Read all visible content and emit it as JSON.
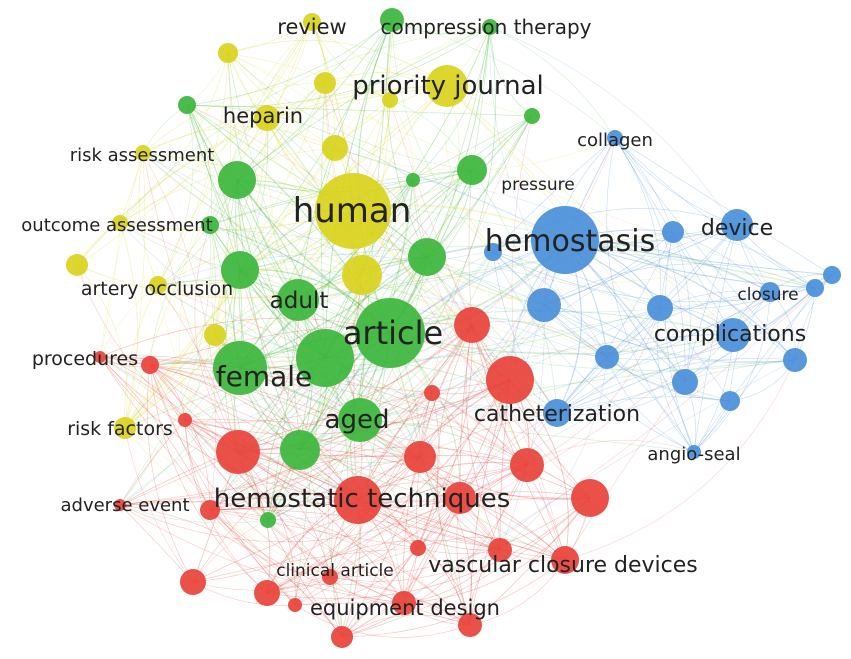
{
  "clusters": {
    "red": "#e8423a",
    "green": "#3cb63c",
    "yellow": "#d9d21c",
    "blue": "#4a8fd9"
  },
  "labels": {
    "review": "review",
    "compression_therapy": "compression therapy",
    "priority_journal": "priority journal",
    "heparin": "heparin",
    "collagen": "collagen",
    "risk_assessment": "risk assessment",
    "pressure": "pressure",
    "human": "human",
    "outcome_assessment": "outcome assessment",
    "hemostasis": "hemostasis",
    "device": "device",
    "artery_occlusion": "artery occlusion",
    "closure": "closure",
    "adult": "adult",
    "article": "article",
    "complications": "complications",
    "procedures": "procedures",
    "female": "female",
    "catheterization": "catheterization",
    "aged": "aged",
    "risk_factors": "risk factors",
    "angio_seal": "angio-seal",
    "adverse_event": "adverse event",
    "hemostatic_techniques": "hemostatic techniques",
    "clinical_article": "clinical article",
    "vascular_closure_devices": "vascular closure devices",
    "equipment_design": "equipment design"
  }
}
